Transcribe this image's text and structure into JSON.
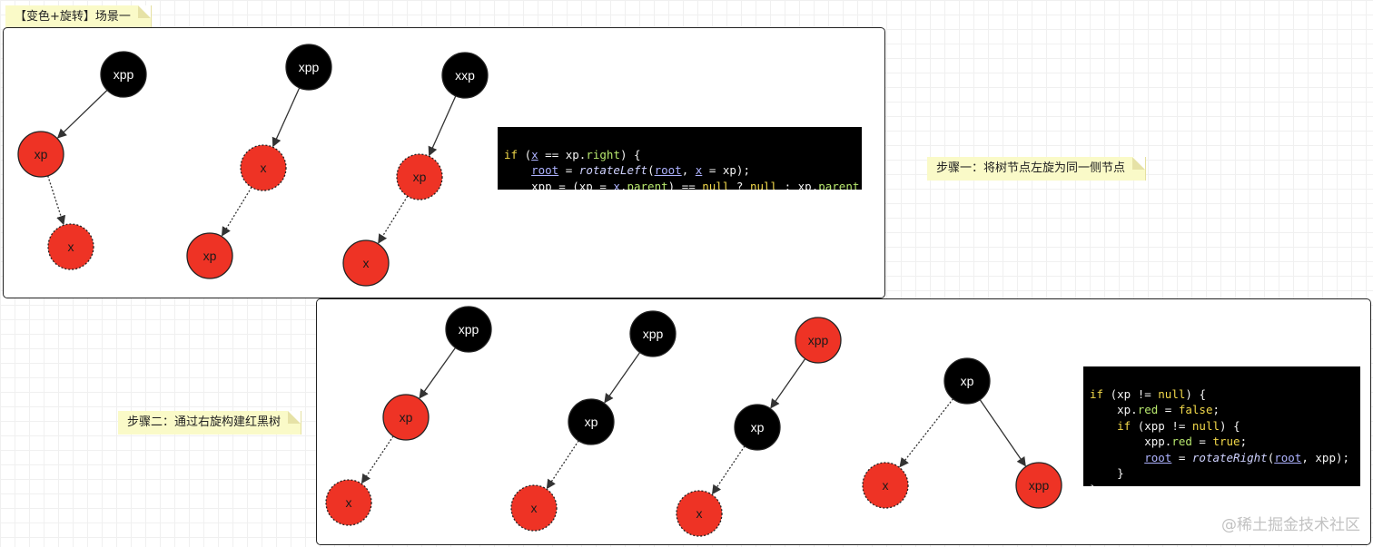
{
  "notes": {
    "scene_title": "【变色+旋转】场景一",
    "step1": "步骤一：将树节点左旋为同一侧节点",
    "step2": "步骤二：通过右旋构建红黑树"
  },
  "colors": {
    "red_node": "#ee3325",
    "black_node": "#000000",
    "note_bg": "#fafac8",
    "code_bg": "#000000"
  },
  "trees": {
    "top": [
      {
        "id": "t1",
        "nodes": [
          {
            "label": "xpp",
            "color": "black",
            "dotted": false
          },
          {
            "label": "xp",
            "color": "red",
            "dotted": false
          },
          {
            "label": "x",
            "color": "red",
            "dotted": true
          }
        ]
      },
      {
        "id": "t2",
        "nodes": [
          {
            "label": "xpp",
            "color": "black",
            "dotted": false
          },
          {
            "label": "x",
            "color": "red",
            "dotted": true
          },
          {
            "label": "xp",
            "color": "red",
            "dotted": false
          }
        ]
      },
      {
        "id": "t3",
        "nodes": [
          {
            "label": "xxp",
            "color": "black",
            "dotted": false
          },
          {
            "label": "xp",
            "color": "red",
            "dotted": true
          },
          {
            "label": "x",
            "color": "red",
            "dotted": false
          }
        ]
      }
    ],
    "bottom": [
      {
        "id": "b1",
        "nodes": [
          {
            "label": "xpp",
            "color": "black",
            "dotted": false
          },
          {
            "label": "xp",
            "color": "red",
            "dotted": false
          },
          {
            "label": "x",
            "color": "red",
            "dotted": true
          }
        ]
      },
      {
        "id": "b2",
        "nodes": [
          {
            "label": "xpp",
            "color": "black",
            "dotted": false
          },
          {
            "label": "xp",
            "color": "black",
            "dotted": false
          },
          {
            "label": "x",
            "color": "red",
            "dotted": true
          }
        ]
      },
      {
        "id": "b3",
        "nodes": [
          {
            "label": "xpp",
            "color": "red",
            "dotted": false
          },
          {
            "label": "xp",
            "color": "black",
            "dotted": false
          },
          {
            "label": "x",
            "color": "red",
            "dotted": true
          }
        ]
      },
      {
        "id": "b4",
        "nodes": [
          {
            "label": "xp",
            "color": "black",
            "dotted": false
          },
          {
            "label": "x",
            "color": "red",
            "dotted": true
          },
          {
            "label": "xpp",
            "color": "red",
            "dotted": false
          }
        ]
      }
    ]
  },
  "code": {
    "top": [
      "if (x == xp.right) {",
      "    root = rotateLeft(root, x = xp);",
      "    xpp = (xp = x.parent) == null ? null : xp.parent;",
      "}"
    ],
    "bottom": [
      "if (xp != null) {",
      "    xp.red = false;",
      "    if (xpp != null) {",
      "        xpp.red = true;",
      "        root = rotateRight(root, xpp);",
      "    }",
      "}"
    ]
  },
  "watermark": "@稀土掘金技术社区"
}
